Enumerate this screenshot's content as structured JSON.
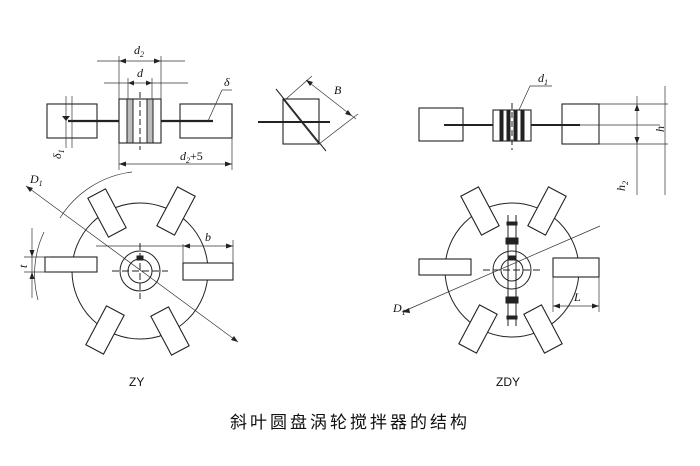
{
  "labels": {
    "d2": "d",
    "d2_sub": "2",
    "d": "d",
    "delta": "δ",
    "delta1": "δ",
    "delta1_sub": "1",
    "d2plus5": "d",
    "d2plus5_sub": "2",
    "d2plus5_tail": "+5",
    "B": "B",
    "d1": "d",
    "d1_sub": "1",
    "h": "h",
    "h2": "h",
    "h2_sub": "2",
    "D1_left": "D",
    "D1_left_sub": "1",
    "t": "t",
    "b": "b",
    "D1_right": "D",
    "D1_right_sub": "1",
    "L": "L"
  },
  "captions": {
    "left": "ZY",
    "right": "ZDY"
  },
  "title": "斜叶圆盘涡轮搅拌器的结构"
}
